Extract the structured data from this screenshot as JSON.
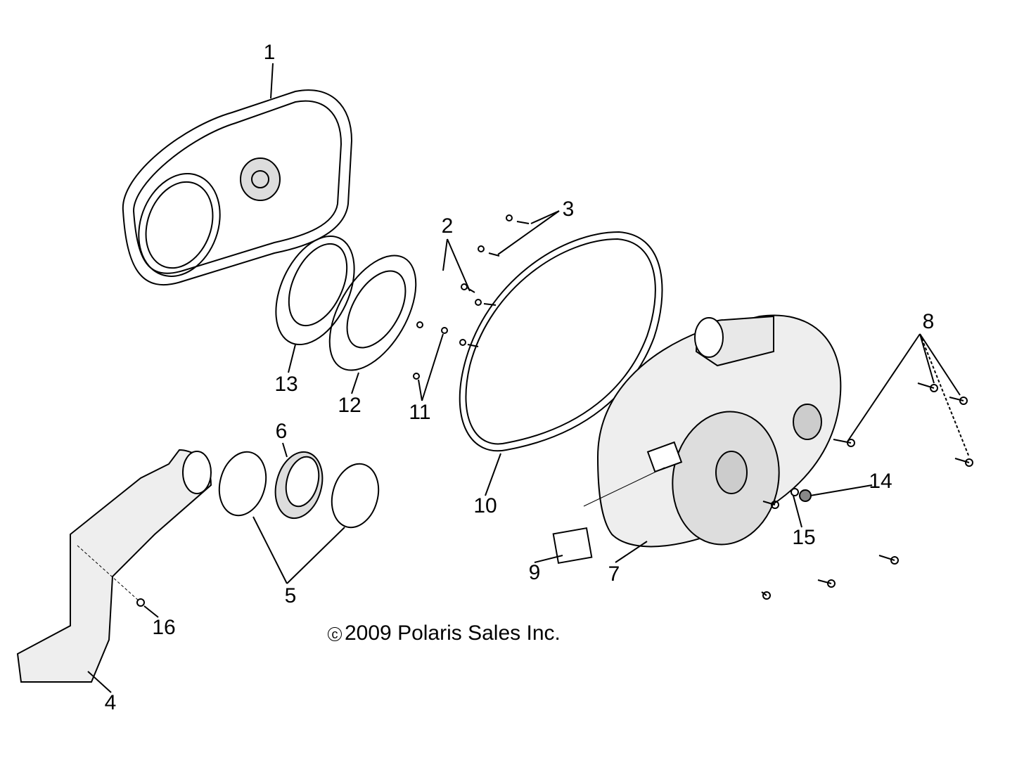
{
  "diagram": {
    "callouts": [
      "1",
      "2",
      "3",
      "4",
      "5",
      "6",
      "7",
      "8",
      "9",
      "10",
      "11",
      "12",
      "13",
      "14",
      "15",
      "16"
    ],
    "copyright_symbol": "c",
    "copyright": "2009 Polaris Sales Inc."
  }
}
